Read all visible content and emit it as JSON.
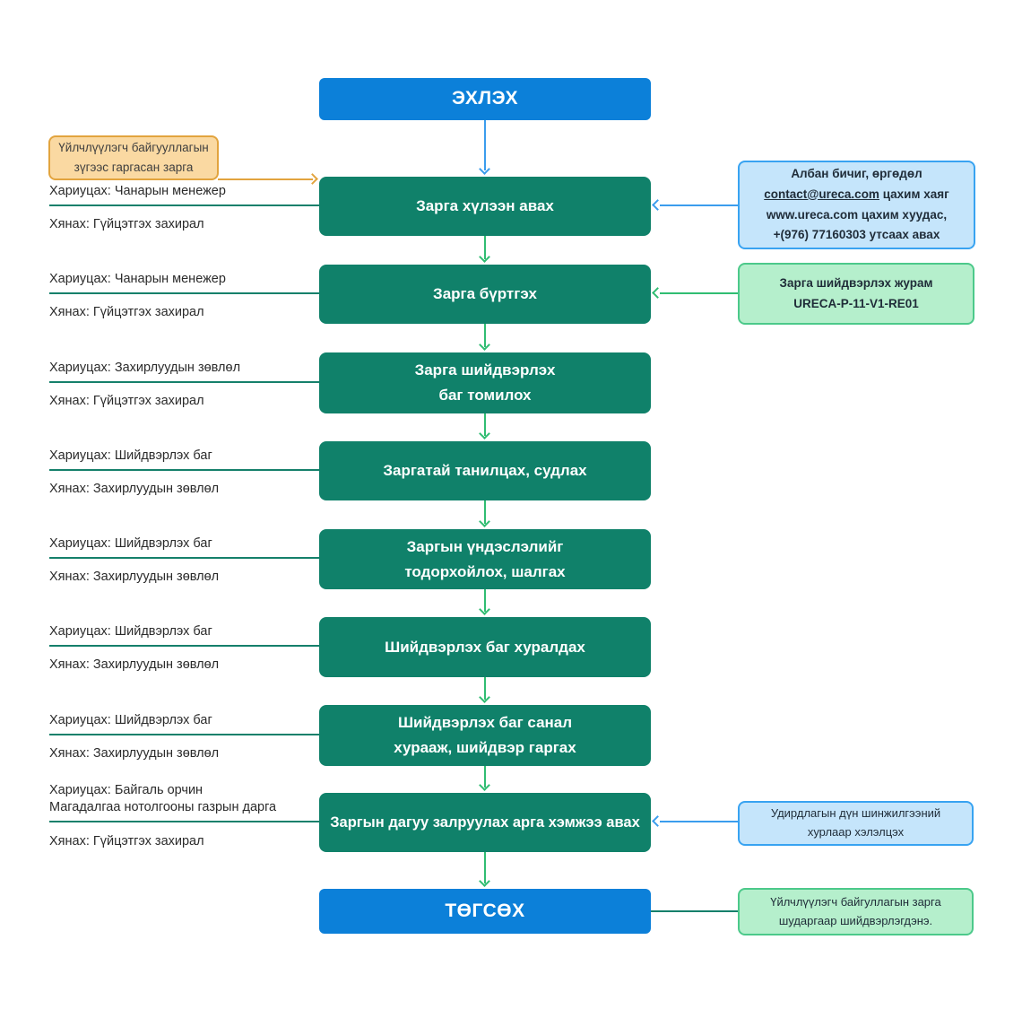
{
  "colors": {
    "blue_node": "#0c80d9",
    "green_node": "#10816a",
    "note_blue_fill": "#c5e5fb",
    "note_blue_border": "#38a3f1",
    "note_green_fill": "#b5efcc",
    "note_green_border": "#4cc98a",
    "note_orange_fill": "#fad9a2",
    "note_orange_border": "#e2a43e",
    "arrow_green": "#30bd72",
    "arrow_blue": "#3b9ded",
    "line_teal": "#15806b"
  },
  "flow": {
    "start": "ЭХЛЭХ",
    "end": "ТӨГСӨХ",
    "steps": [
      {
        "line1": "Зарга хүлээн авах",
        "resp": "Хариуцах: Чанарын менежер",
        "review": "Хянах: Гүйцэтгэх захирал"
      },
      {
        "line1": "Зарга бүртгэх",
        "resp": "Хариуцах: Чанарын менежер",
        "review": "Хянах: Гүйцэтгэх захирал"
      },
      {
        "line1": "Зарга шийдвэрлэх",
        "line2": "баг томилох",
        "resp": "Хариуцах: Захирлуудын зөвлөл",
        "review": "Хянах: Гүйцэтгэх захирал"
      },
      {
        "line1": "Заргатай танилцах, судлах",
        "resp": "Хариуцах: Шийдвэрлэх баг",
        "review": "Хянах: Захирлуудын зөвлөл"
      },
      {
        "line1": "Заргын үндэслэлийг",
        "line2": "тодорхойлох, шалгах",
        "resp": "Хариуцах: Шийдвэрлэх баг",
        "review": "Хянах: Захирлуудын зөвлөл"
      },
      {
        "line1": "Шийдвэрлэх баг хуралдах",
        "resp": "Хариуцах: Шийдвэрлэх баг",
        "review": "Хянах: Захирлуудын зөвлөл"
      },
      {
        "line1": "Шийдвэрлэх баг санал",
        "line2": "хурааж, шийдвэр гаргах",
        "resp": "Хариуцах: Шийдвэрлэх баг",
        "review": "Хянах: Захирлуудын зөвлөл"
      },
      {
        "line1": "Заргын дагуу залруулах арга хэмжээ авах",
        "resp": "Хариуцах: Байгаль орчин",
        "resp2": "Магадалгаа нотолгооны газрын дарга",
        "review": "Хянах: Гүйцэтгэх захирал"
      }
    ]
  },
  "notes": {
    "complaint_source": {
      "line1": "Үйлчлүүлэгч байгууллагын",
      "line2": "зүгээс гаргасан зарга"
    },
    "contact": {
      "line1": "Албан бичиг, өргөдөл",
      "email": "contact@ureca.com",
      "line2_rest": " цахим хаяг",
      "line3": "www.ureca.com цахим хуудас,",
      "line4": "+(976) 77160303 утсаах авах"
    },
    "procedure": {
      "line1": "Зарга шийдвэрлэх журам",
      "line2": "URECA-P-11-V1-RE01"
    },
    "management": {
      "line1": "Удирдлагын дүн шинжилгээний",
      "line2": "хурлаар хэлэлцэх"
    },
    "outcome": {
      "line1": "Үйлчлүүлэгч байгуллагын зарга",
      "line2": "шударгаар шийдвэрлэгдэнэ."
    }
  }
}
